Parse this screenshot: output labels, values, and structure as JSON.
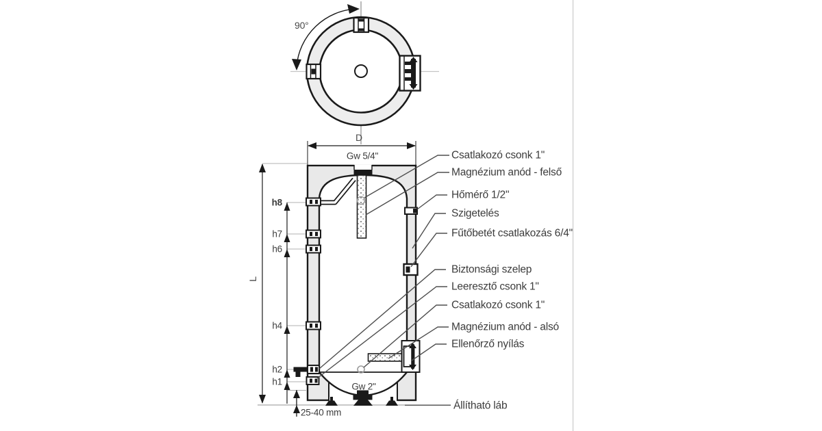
{
  "top_view": {
    "angle_label": "90°"
  },
  "front_view": {
    "width_label": "D",
    "height_label": "L",
    "top_connection_label": "Gw 5/4\"",
    "bottom_connection_label": "Gw 2\"",
    "height_marks": [
      "h8",
      "h7",
      "h6",
      "h4",
      "h2",
      "h1"
    ],
    "foot_adjust_label": "25-40 mm"
  },
  "callouts": [
    {
      "label": "Csatlakozó csonk 1\""
    },
    {
      "label": "Magnézium anód - felső"
    },
    {
      "label": "Hőmérő 1/2\""
    },
    {
      "label": "Szigetelés"
    },
    {
      "label": "Fűtőbetét csatlakozás 6/4\""
    },
    {
      "label": "Biztonsági szelep"
    },
    {
      "label": "Leeresztő csonk 1\""
    },
    {
      "label": "Csatlakozó csonk 1\""
    },
    {
      "label": "Magnézium anód - alsó"
    },
    {
      "label": "Ellenőrző nyílás"
    },
    {
      "label": "Állítható láb"
    }
  ],
  "colors": {
    "line": "#1a1a1a",
    "insulation_fill": "#e9e9e9",
    "leader_line": "#4f4f4f",
    "text": "#3c3c3c",
    "reference_line": "#b0b0b0"
  }
}
